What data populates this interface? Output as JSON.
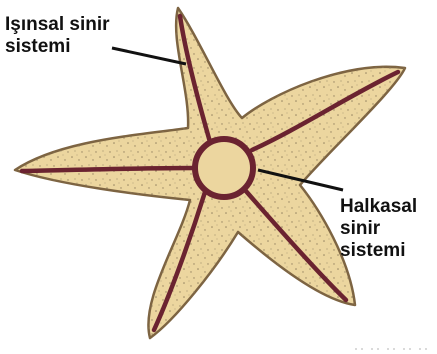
{
  "labels": {
    "radial_nervous_system": [
      "Işınsal sinir",
      "sistemi"
    ],
    "ring_nervous_system": [
      "Halkasal",
      "sinir",
      "sistemi"
    ]
  },
  "colors": {
    "body_fill": "#ecd69f",
    "body_outline": "#7d6442",
    "nerve": "#6b2330",
    "speckle": "#8a7a5a",
    "label_text": "#111111",
    "pointer_line": "#111111"
  }
}
